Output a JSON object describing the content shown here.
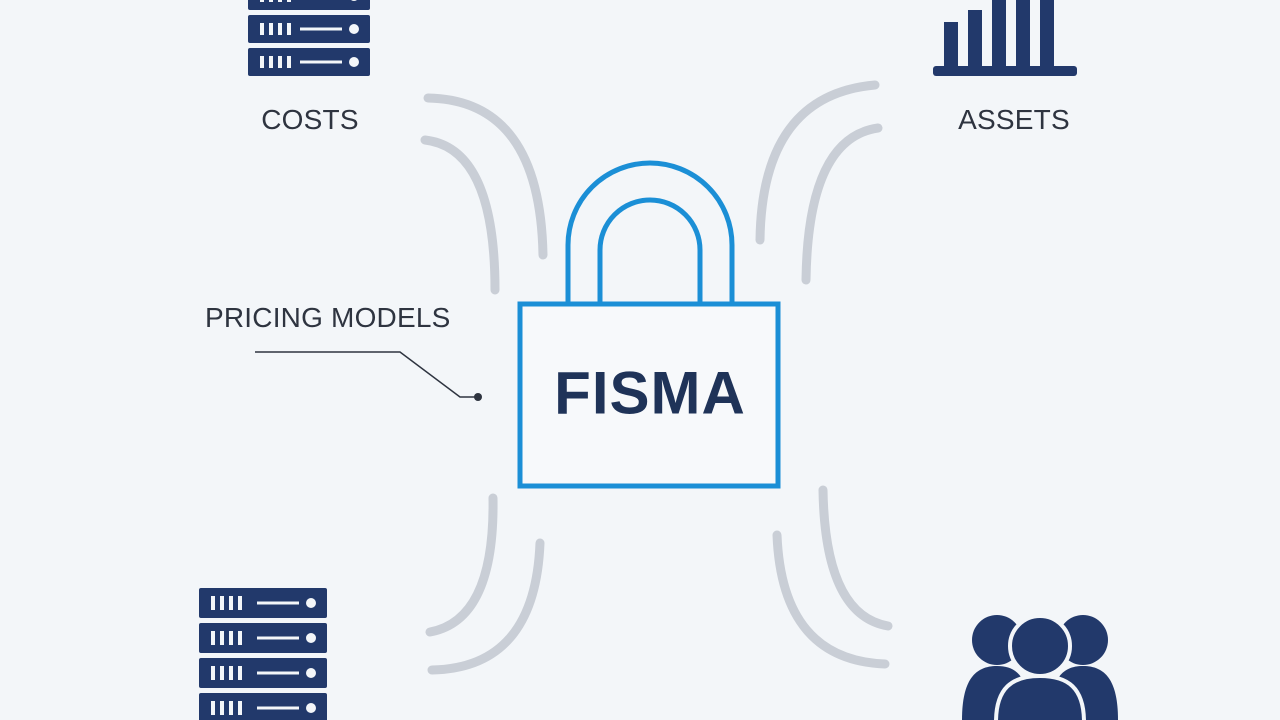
{
  "lock": {
    "label": "FISMA",
    "stroke_color": "#1b8fd6"
  },
  "nodes": {
    "costs": {
      "label": "COSTS",
      "icon": "server-rack-icon"
    },
    "assets": {
      "label": "ASSETS",
      "icon": "bar-chart-icon"
    },
    "pricing_models": {
      "label": "PRICING MODELS"
    },
    "bottom_left": {
      "icon": "server-rack-icon"
    },
    "bottom_right": {
      "icon": "users-group-icon"
    }
  },
  "colors": {
    "background": "#f3f6f9",
    "icon_navy": "#22396b",
    "connector_gray": "#c9ced6",
    "text_dark": "#2e3440"
  }
}
